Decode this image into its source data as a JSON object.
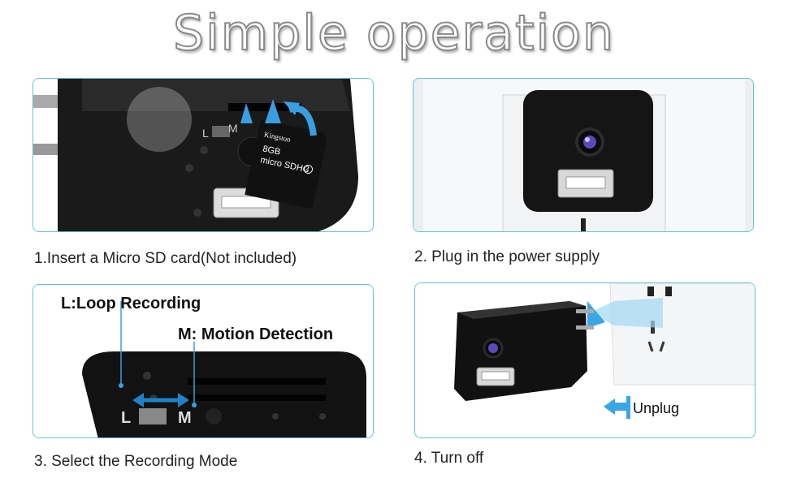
{
  "title": "Simple operation",
  "steps": [
    {
      "caption": "1.Insert a Micro SD card(Not included)"
    },
    {
      "caption": "2. Plug in the power supply"
    },
    {
      "caption": "3. Select the Recording Mode",
      "loop_label": "L:Loop Recording",
      "motion_label": "M: Motion Detection",
      "switch_l": "L",
      "switch_m": "M"
    },
    {
      "caption": "4. Turn off",
      "unplug_label": "Unplug"
    }
  ],
  "sd_card": {
    "brand": "Kingston",
    "capacity": "8GB",
    "type": "micro SDHC",
    "class": "4"
  },
  "colors": {
    "accent": "#5ec3de",
    "arrow": "#3a9fe0",
    "device": "#151515"
  }
}
